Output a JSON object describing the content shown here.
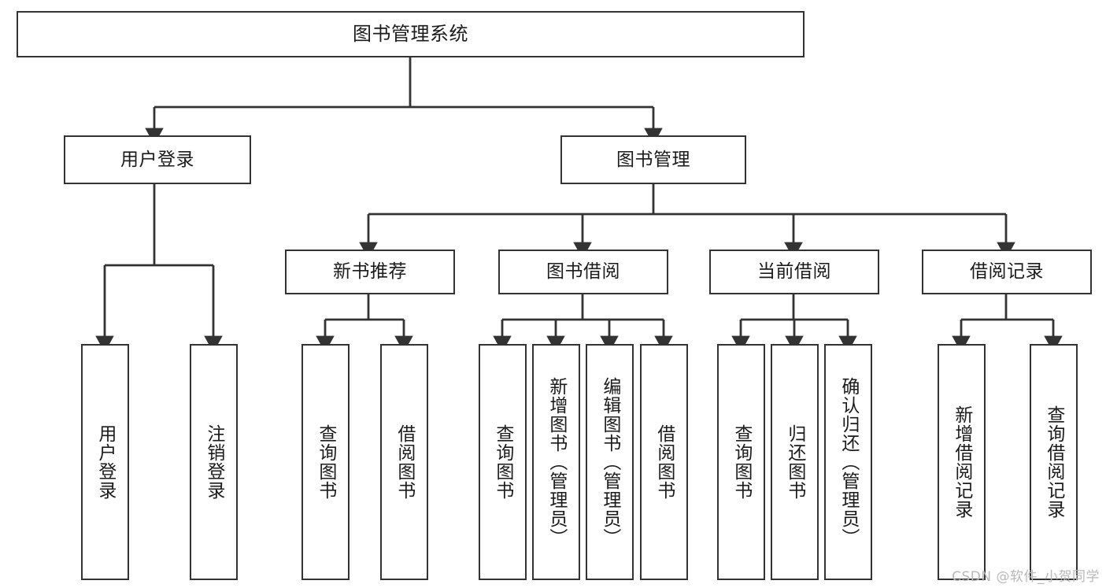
{
  "diagram": {
    "type": "tree-hierarchy",
    "title": "图书管理系统",
    "watermark": "CSDN @软件_小贺同学",
    "colors": {
      "box_border": "#333333",
      "box_fill": "#ffffff",
      "connector": "#333333",
      "text": "#1b1b1b",
      "watermark": "#b9b9b9",
      "background": "#ffffff"
    },
    "levels": [
      {
        "level": 1,
        "nodes": [
          {
            "id": "root",
            "label": "图书管理系统",
            "orientation": "horizontal"
          }
        ]
      },
      {
        "level": 2,
        "nodes": [
          {
            "id": "user-login",
            "label": "用户登录",
            "orientation": "horizontal",
            "parent": "root"
          },
          {
            "id": "book-manage",
            "label": "图书管理",
            "orientation": "horizontal",
            "parent": "root"
          }
        ]
      },
      {
        "level": 3,
        "nodes": [
          {
            "id": "new-book-rec",
            "label": "新书推荐",
            "orientation": "horizontal",
            "parent": "book-manage"
          },
          {
            "id": "book-borrow",
            "label": "图书借阅",
            "orientation": "horizontal",
            "parent": "book-manage"
          },
          {
            "id": "current-borrow",
            "label": "当前借阅",
            "orientation": "horizontal",
            "parent": "book-manage"
          },
          {
            "id": "borrow-record",
            "label": "借阅记录",
            "orientation": "horizontal",
            "parent": "book-manage"
          }
        ]
      },
      {
        "level": 4,
        "nodes": [
          {
            "id": "leaf-user-login",
            "label": "用户登录",
            "orientation": "vertical",
            "parent": "user-login"
          },
          {
            "id": "leaf-logout",
            "label": "注销登录",
            "orientation": "vertical",
            "parent": "user-login"
          },
          {
            "id": "leaf-query-book-1",
            "label": "查询图书",
            "orientation": "vertical",
            "parent": "new-book-rec"
          },
          {
            "id": "leaf-borrow-book-1",
            "label": "借阅图书",
            "orientation": "vertical",
            "parent": "new-book-rec"
          },
          {
            "id": "leaf-query-book-2",
            "label": "查询图书",
            "orientation": "vertical",
            "parent": "book-borrow"
          },
          {
            "id": "leaf-add-book",
            "label": "新增图书（管理员）",
            "orientation": "vertical",
            "parent": "book-borrow"
          },
          {
            "id": "leaf-edit-book",
            "label": "编辑图书（管理员）",
            "orientation": "vertical",
            "parent": "book-borrow"
          },
          {
            "id": "leaf-borrow-book-2",
            "label": "借阅图书",
            "orientation": "vertical",
            "parent": "book-borrow"
          },
          {
            "id": "leaf-query-book-3",
            "label": "查询图书",
            "orientation": "vertical",
            "parent": "current-borrow"
          },
          {
            "id": "leaf-return-book",
            "label": "归还图书",
            "orientation": "vertical",
            "parent": "current-borrow"
          },
          {
            "id": "leaf-confirm-return",
            "label": "确认归还（管理员）",
            "orientation": "vertical",
            "parent": "current-borrow"
          },
          {
            "id": "leaf-add-record",
            "label": "新增借阅记录",
            "orientation": "vertical",
            "parent": "borrow-record"
          },
          {
            "id": "leaf-query-record",
            "label": "查询借阅记录",
            "orientation": "vertical",
            "parent": "borrow-record"
          }
        ]
      }
    ]
  }
}
